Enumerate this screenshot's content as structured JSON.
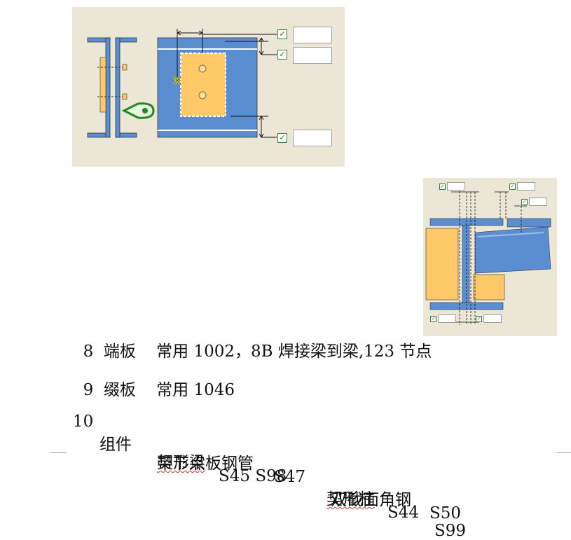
{
  "items": [
    {
      "number": "8",
      "name": "端板",
      "text": "常用 1002，8B 焊接梁到梁,123 节点"
    },
    {
      "number": "9",
      "name": "缀板",
      "text": "常用 1046"
    },
    {
      "number": "10",
      "name": "组件",
      "parts": [
        "契形梁",
        "S45 S98",
        "契形柱",
        "S44",
        "S99"
      ]
    },
    {
      "parts": [
        "带节点板钢管",
        "S47",
        "双截面角钢",
        "S50"
      ]
    }
  ],
  "figure1": {
    "checkbox_mark": "✓",
    "fields": [
      "",
      "",
      ""
    ]
  },
  "figure2": {
    "checkbox_mark": "✓",
    "fields": [
      "",
      "",
      "",
      "",
      ""
    ]
  },
  "colors": {
    "steel": "#5b8ed0",
    "plate": "#ffc868",
    "panel": "#ebe6d6",
    "check": "#1f7a1f"
  }
}
